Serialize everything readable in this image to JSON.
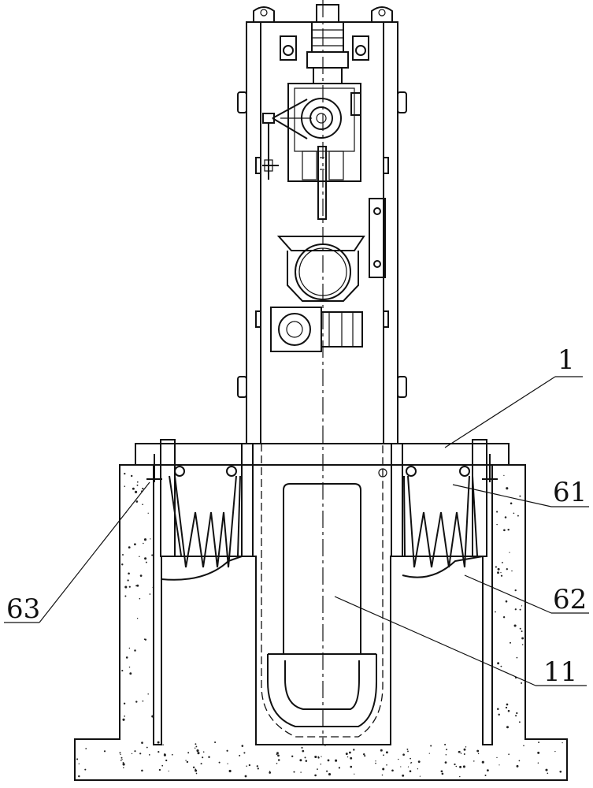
{
  "labels": {
    "frame": "1",
    "chamber": "11",
    "curtain": "61",
    "pit": "62",
    "fixing": "63"
  }
}
